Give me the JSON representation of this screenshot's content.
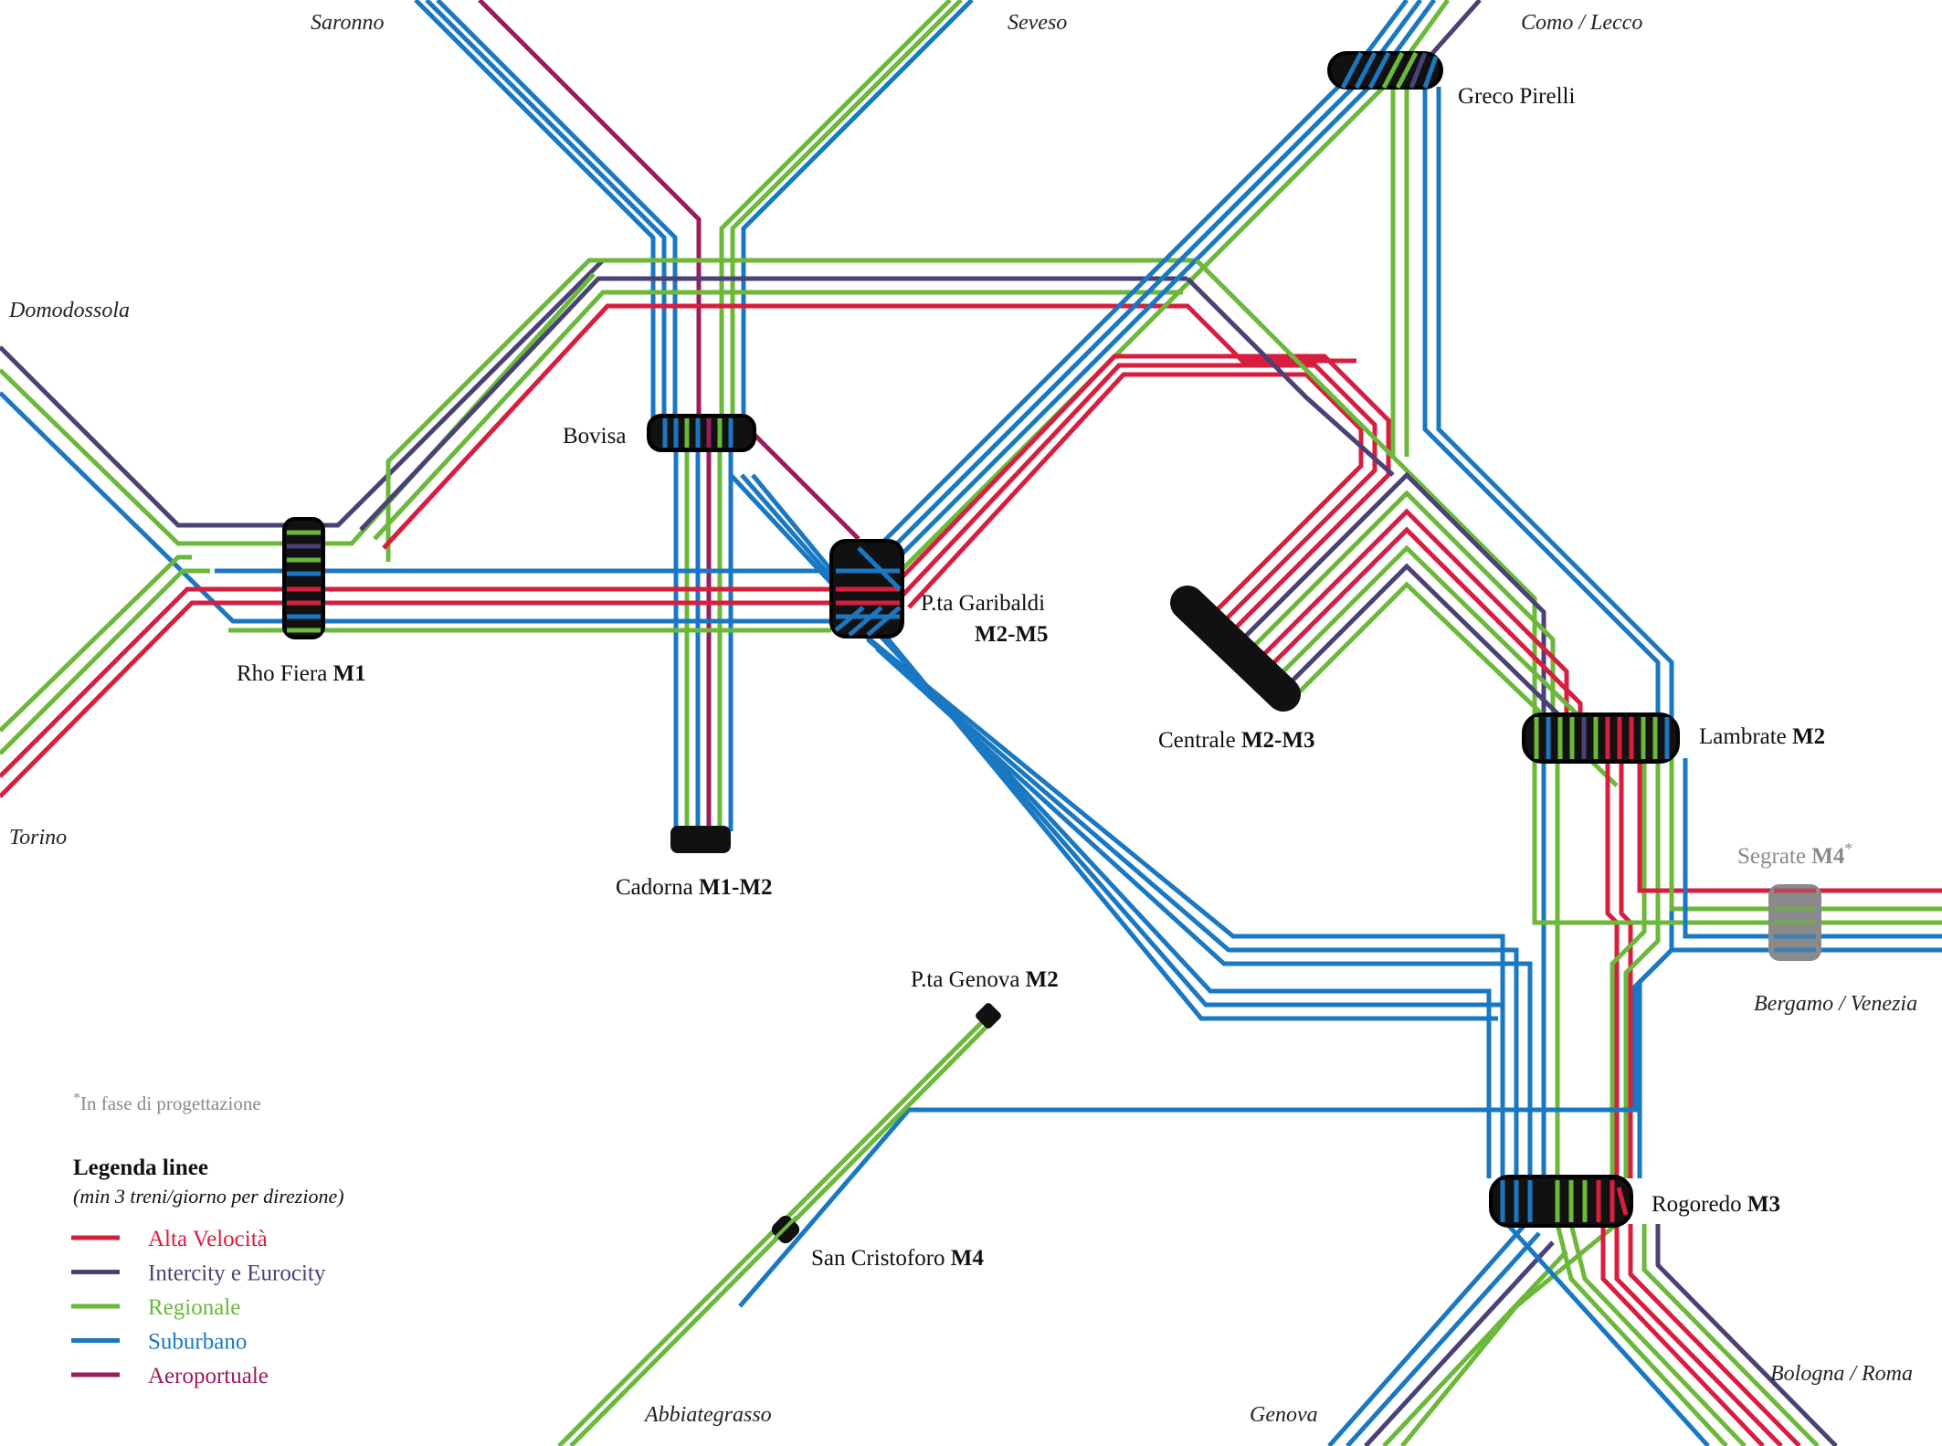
{
  "colors": {
    "alta_velocita": "#d81e3e",
    "intercity": "#4a4176",
    "regionale": "#6bb83a",
    "suburbano": "#1a78c2",
    "aeroportuale": "#9b1b5f",
    "station_fill": "#111111",
    "future_station": "#8a8a8a"
  },
  "destinations": {
    "saronno": "Saronno",
    "seveso": "Seveso",
    "como_lecco": "Como / Lecco",
    "domodossola": "Domodossola",
    "torino": "Torino",
    "bergamo_venezia": "Bergamo / Venezia",
    "abbiategrasso": "Abbiategrasso",
    "genova": "Genova",
    "bologna_roma": "Bologna / Roma"
  },
  "stations": {
    "greco_pirelli": {
      "name": "Greco Pirelli",
      "metro": ""
    },
    "bovisa": {
      "name": "Bovisa",
      "metro": ""
    },
    "rho_fiera": {
      "name": "Rho Fiera ",
      "metro": "M1"
    },
    "garibaldi": {
      "name": "P.ta Garibaldi",
      "metro": "M2-M5"
    },
    "centrale": {
      "name": "Centrale ",
      "metro": "M2-M3"
    },
    "lambrate": {
      "name": "Lambrate ",
      "metro": "M2"
    },
    "segrate": {
      "name": "Segrate ",
      "metro": "M4",
      "mark": "*"
    },
    "cadorna": {
      "name": "Cadorna ",
      "metro": "M1-M2"
    },
    "genova_ta": {
      "name": "P.ta Genova ",
      "metro": "M2"
    },
    "rogoredo": {
      "name": "Rogoredo ",
      "metro": "M3"
    },
    "san_cristoforo": {
      "name": "San Cristoforo ",
      "metro": "M4"
    }
  },
  "footnote": {
    "mark": "*",
    "text": "In fase di progettazione"
  },
  "legend": {
    "title": "Legenda linee",
    "subtitle": "(min 3 treni/giorno per direzione)",
    "items": [
      {
        "label": "Alta Velocità",
        "color": "#d81e3e"
      },
      {
        "label": "Intercity e Eurocity",
        "color": "#4a4176"
      },
      {
        "label": "Regionale",
        "color": "#6bb83a"
      },
      {
        "label": "Suburbano",
        "color": "#1a78c2"
      },
      {
        "label": "Aeroportuale",
        "color": "#9b1b5f"
      }
    ]
  }
}
